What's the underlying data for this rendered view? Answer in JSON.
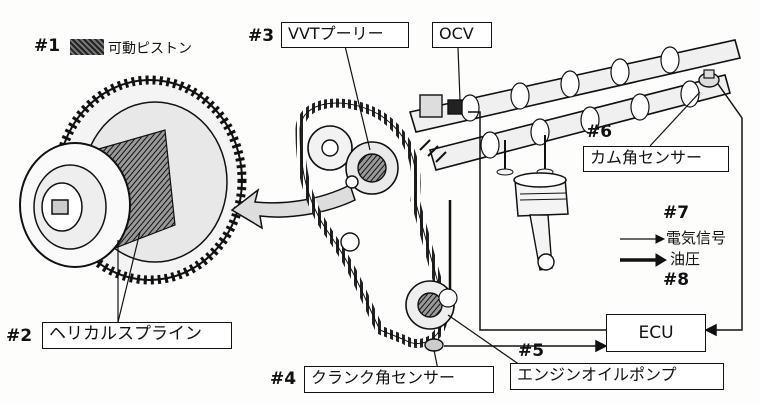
{
  "labels": {
    "n1": "#1",
    "piston_text": "可動ピストン",
    "n2": "#2",
    "helical_spline": "ヘリカルスプライン",
    "n3": "#3",
    "vvt_pulley": "VVTプーリー",
    "ocv": "OCV",
    "n4": "#4",
    "crank_sensor": "クランク角センサー",
    "n5": "#5",
    "oil_pump": "エンジンオイルポンプ",
    "n6": "#6",
    "cam_sensor": "カム角センサー",
    "n7": "#7",
    "electric_signal": "電気信号",
    "oil_pressure": "油圧",
    "n8": "#8",
    "ecu": "ECU"
  },
  "colors": {
    "ink": "#111111",
    "hatch": "#555555",
    "paper": "#fdfdfc"
  }
}
